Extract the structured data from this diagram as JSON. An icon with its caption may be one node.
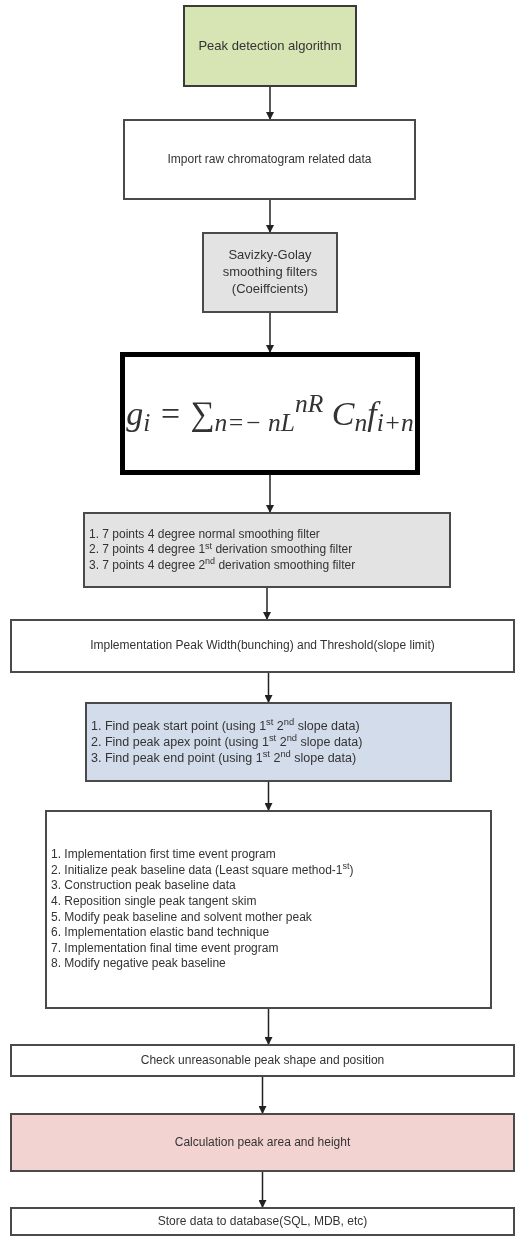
{
  "diagram": {
    "nodes": [
      {
        "text": [
          "Peak detection algorithm"
        ]
      },
      {
        "text": [
          "Import raw chromatogram related data"
        ]
      },
      {
        "text": [
          "Savizky-Golay smoothing filters (Coeiffcients)"
        ]
      },
      {
        "text": [
          "g$_{i}$ = ∑$_{n=− nL}$$^{nR}$ C$_{n}$f$_{i+n}$"
        ]
      },
      {
        "text": [
          "1. 7 points 4 degree normal smoothing filter",
          "2. 7 points 4 degree 1$^{st}$ derivation smoothing filter",
          "3. 7 points 4 degree 2$^{nd}$ derivation smoothing filter"
        ]
      },
      {
        "text": [
          "Implementation Peak Width(bunching) and Threshold(slope limit)"
        ]
      },
      {
        "text": [
          "1. Find peak start point (using 1$^{st}$ 2$^{nd}$ slope data)",
          "2. Find peak apex point (using 1$^{st}$ 2$^{nd}$ slope data)",
          "3. Find peak end point (using 1$^{st}$ 2$^{nd}$ slope data)"
        ]
      },
      {
        "text": [
          "1. Implementation first time event program",
          "2. Initialize peak baseline data (Least square method-1$^{st}$)",
          "3. Construction peak baseline data",
          "4. Reposition single peak tangent skim",
          "5. Modify peak baseline and solvent mother peak",
          "6. Implementation elastic band technique",
          "7. Implementation final time event program",
          "8. Modify negative peak baseline"
        ]
      },
      {
        "text": [
          "Check unreasonable peak shape and position"
        ]
      },
      {
        "text": [
          "Calculation peak area and height"
        ]
      },
      {
        "text": [
          "Store data to database(SQL, MDB, etc)"
        ]
      }
    ],
    "edges": [
      {
        "from": 0,
        "to": 1,
        "arrow": "to"
      },
      {
        "from": 1,
        "to": 2,
        "arrow": "to"
      },
      {
        "from": 2,
        "to": 3,
        "arrow": "to"
      },
      {
        "from": 3,
        "to": 4,
        "arrow": "to"
      },
      {
        "from": 4,
        "to": 5,
        "arrow": "to"
      },
      {
        "from": 5,
        "to": 6,
        "arrow": "to"
      },
      {
        "from": 6,
        "to": 7,
        "arrow": "to"
      },
      {
        "from": 7,
        "to": 8,
        "arrow": "to"
      },
      {
        "from": 8,
        "to": 9,
        "arrow": "to"
      },
      {
        "from": 9,
        "to": 10,
        "arrow": "to"
      }
    ]
  }
}
